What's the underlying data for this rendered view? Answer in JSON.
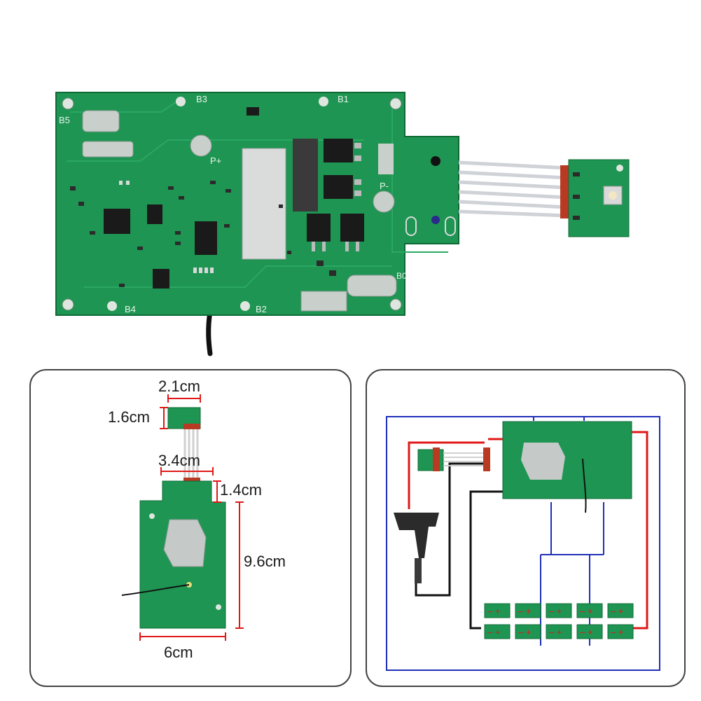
{
  "main_board": {
    "silk_labels": {
      "b1": "B1",
      "b2": "B2",
      "b3": "B3",
      "b4": "B4",
      "b5": "B5",
      "b0": "B0",
      "p_plus": "P+",
      "p_minus": "P-"
    }
  },
  "dimensions": {
    "button_board_width": "2.1cm",
    "button_board_height": "1.6cm",
    "connector_width": "3.4cm",
    "connector_height": "1.4cm",
    "board_height": "9.6cm",
    "board_width": "6cm"
  },
  "colors": {
    "pcb": "#1e9552",
    "pcb_dark": "#147a40",
    "dimension_line": "#e01818",
    "wire_red": "#e01818",
    "wire_blue": "#1f2fb8",
    "wire_black": "#111111"
  }
}
